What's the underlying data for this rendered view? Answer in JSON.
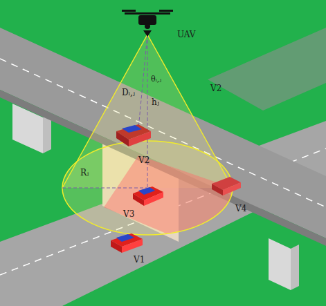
{
  "diagram": {
    "labels": [
      "UAV",
      "θᵢ,ⱼ",
      "Dᵢ,ⱼ",
      "hⱼ",
      "V2",
      "V2",
      "Rⱼ",
      "V3",
      "V4",
      "V1"
    ]
  }
}
